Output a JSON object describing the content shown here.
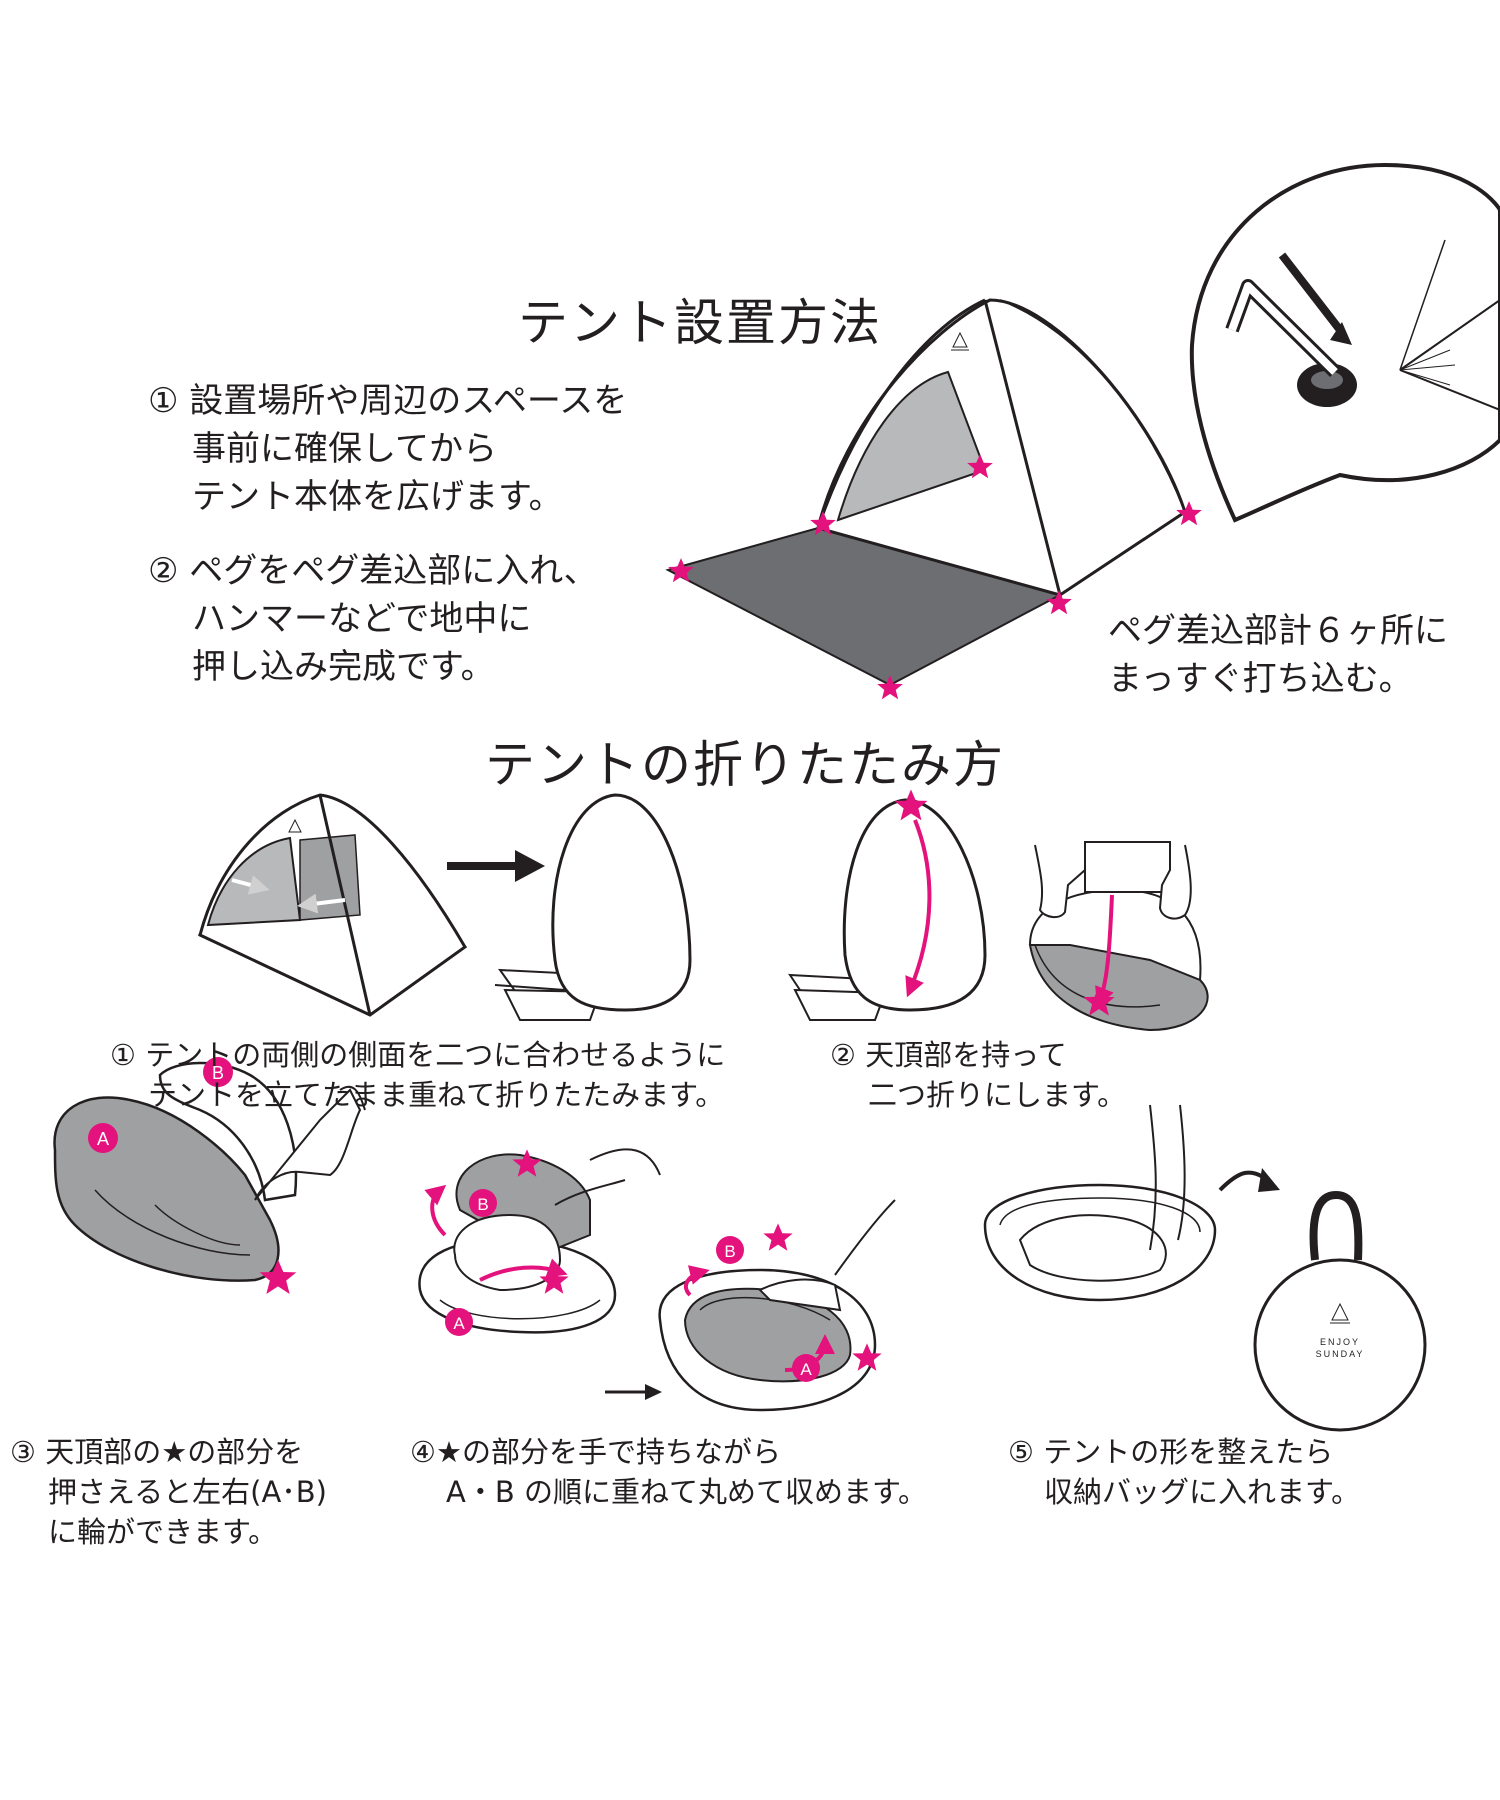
{
  "setup": {
    "title": "テント設置方法",
    "step1": [
      "① 設置場所や周辺のスペースを",
      "事前に確保してから",
      "テント本体を広げます。"
    ],
    "step2": [
      "② ペグをペグ差込部に入れ、",
      "ハンマーなどで地中に",
      "押し込み完成です。"
    ],
    "peg_note": [
      "ペグ差込部計６ヶ所に",
      "まっすぐ打ち込む。"
    ]
  },
  "fold": {
    "title": "テントの折りたたみ方",
    "step1": [
      "① テントの両側の側面を二つに合わせるように",
      "テントを立てたまま重ねて折りたたみます。"
    ],
    "step2": [
      "② 天頂部を持って",
      "二つ折りにします。"
    ],
    "step3": [
      "③ 天頂部の★の部分を",
      "押さえると左右(A･B)",
      "に輪ができます。"
    ],
    "step4": [
      "④★の部分を手で持ちながら",
      "A・B の順に重ねて丸めて収めます。"
    ],
    "step5": [
      "⑤ テントの形を整えたら",
      "収納バッグに入れます。"
    ],
    "label_a": "A",
    "label_b": "B"
  },
  "brand": {
    "line1": "ENJOY",
    "line2": "SUNDAY"
  },
  "colors": {
    "accent": "#e4127c",
    "floor": "#6d6e71",
    "wall": "#b8b9bb",
    "ink": "#231f20"
  }
}
